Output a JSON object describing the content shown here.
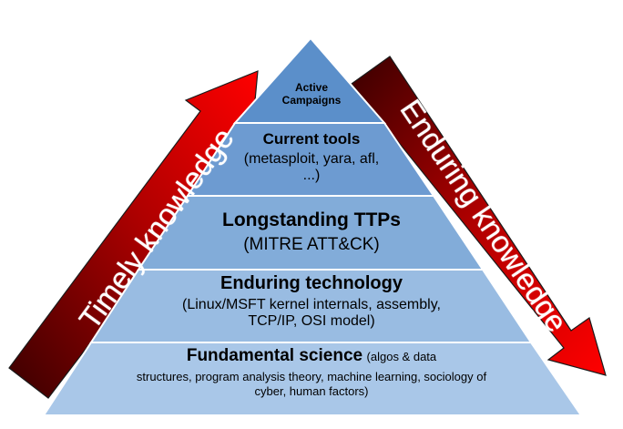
{
  "pyramid": {
    "tiers": [
      {
        "title": "Active Campaigns",
        "detail": "",
        "color": "#5b8fca"
      },
      {
        "title": "Current tools",
        "detail": "(metasploit, yara, afl, ...)",
        "color": "#6d9bd1"
      },
      {
        "title": "Longstanding TTPs",
        "detail": "(MITRE ATT&CK)",
        "color": "#82acd9"
      },
      {
        "title": "Enduring technology",
        "detail": "(Linux/MSFT kernel internals, assembly, TCP/IP, OSI model)",
        "color": "#99bce2"
      },
      {
        "title": "Fundamental science",
        "detail_inline": "(algos & data",
        "detail": "structures, program analysis theory, machine learning, sociology of cyber, human factors)",
        "color": "#a9c7e8"
      }
    ]
  },
  "arrows": {
    "timely": {
      "label": "Timely knowledge",
      "direction": "up",
      "color_head": "#ff0000",
      "color_tail": "#3a0000"
    },
    "enduring": {
      "label": "Enduring knowledge",
      "direction": "down",
      "color_head": "#ff0000",
      "color_tail": "#3a0000"
    }
  }
}
